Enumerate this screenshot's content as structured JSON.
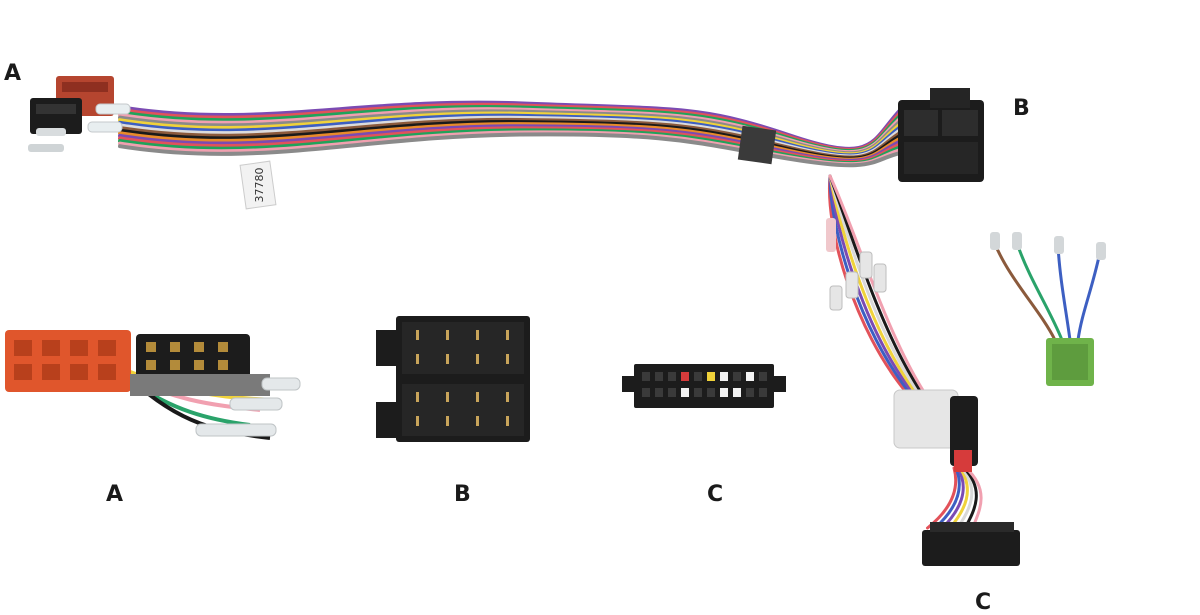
{
  "labels": {
    "top_left": "A",
    "top_right": "B",
    "bottom_a": "A",
    "bottom_b": "B",
    "bottom_c": "C",
    "bottom_right": "C"
  },
  "cable_tag": "37780",
  "colors": {
    "background": "#ffffff",
    "iso_red": "#b5452f",
    "iso_orange": "#e0562c",
    "connector_black": "#1c1c1c",
    "connector_white": "#e6e6e6",
    "connector_green": "#6fb34a",
    "wire_colors": [
      "#7b4bb3",
      "#e2525a",
      "#1fa35a",
      "#f1a0b0",
      "#8a8a8a",
      "#f0d23a",
      "#3d5fc2",
      "#ffffff",
      "#8b5a3c",
      "#1a1a1a",
      "#e88a2a"
    ]
  },
  "icons": [
    "iso-connector-icon",
    "quadlock-connector-icon",
    "mini-iso-connector-icon",
    "green-connector-icon",
    "pin-terminal-icon"
  ]
}
